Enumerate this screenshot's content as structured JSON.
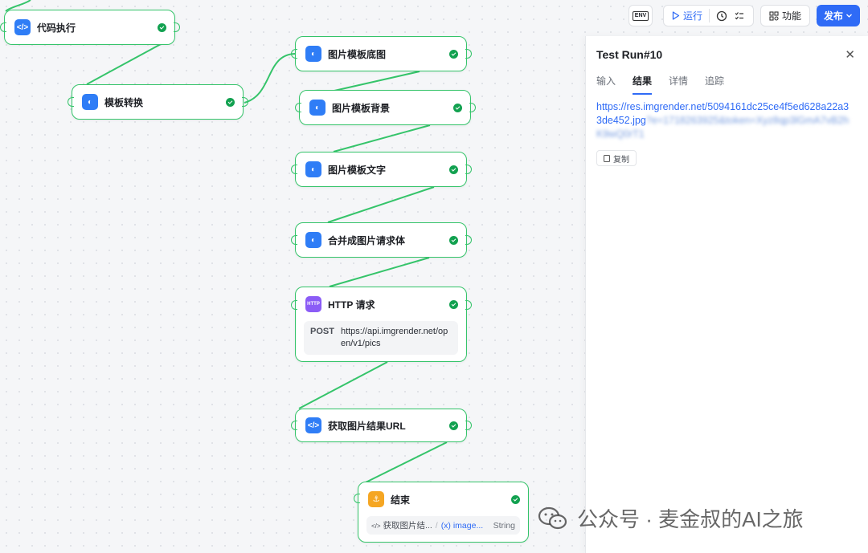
{
  "toolbar": {
    "env_label": "ENV",
    "run_label": "运行",
    "features_label": "功能",
    "publish_label": "发布"
  },
  "nodes": {
    "code_exec": {
      "title": "代码执行"
    },
    "template_convert": {
      "title": "模板转换"
    },
    "tpl_base": {
      "title": "图片模板底图"
    },
    "tpl_bg": {
      "title": "图片模板背景"
    },
    "tpl_text": {
      "title": "图片模板文字"
    },
    "merge_body": {
      "title": "合并成图片请求体"
    },
    "http": {
      "title": "HTTP 请求",
      "method": "POST",
      "url": "https://api.imgrender.net/open/v1/pics"
    },
    "get_url": {
      "title": "获取图片结果URL"
    },
    "end": {
      "title": "结束",
      "source": "获取图片结...",
      "separator": "/",
      "variable": "(x) image...",
      "type": "String"
    }
  },
  "panel": {
    "title": "Test Run#10",
    "close_icon": "close-icon",
    "tabs": [
      "输入",
      "结果",
      "详情",
      "追踪"
    ],
    "active_tab": "结果",
    "result_url": "https://res.imgrender.net/5094161dc25ce4f5ed628a22a33de452.jpg",
    "result_url_obscured": "?e=1718263925&token=Xyz8qp3lGmA7vB2hK9wQ0rT1",
    "copy_label": "复制"
  },
  "watermark": {
    "text": "公众号 · 麦金叔的AI之旅"
  },
  "colors": {
    "accent": "#2f6bf6",
    "success": "#12a150",
    "edge": "#35c46a",
    "http_icon": "#8b5cf6",
    "end_icon": "#f5a623"
  }
}
